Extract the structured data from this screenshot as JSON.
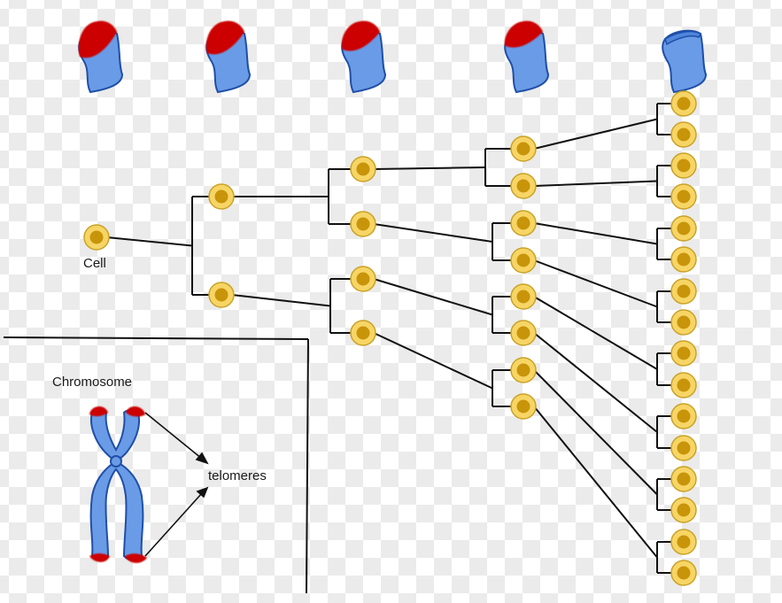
{
  "labels": {
    "cell": "Cell",
    "chromosome": "Chromosome",
    "telomeres": "telomeres"
  },
  "colors": {
    "chromosome_fill": "#6a9be6",
    "chromosome_stroke": "#1f4fa8",
    "telomere": "#cc0000",
    "cell_outer": "#f7d565",
    "cell_outer_stroke": "#c9a227",
    "cell_nucleus": "#c8940a",
    "line": "#111111"
  },
  "chromosome_series": {
    "description": "Chromosome telomere shortening with each cell division",
    "telomere_remaining_fraction": [
      1.0,
      0.8,
      0.6,
      0.4,
      0.0
    ]
  },
  "tree": {
    "generations": [
      1,
      2,
      4,
      8,
      16
    ]
  }
}
